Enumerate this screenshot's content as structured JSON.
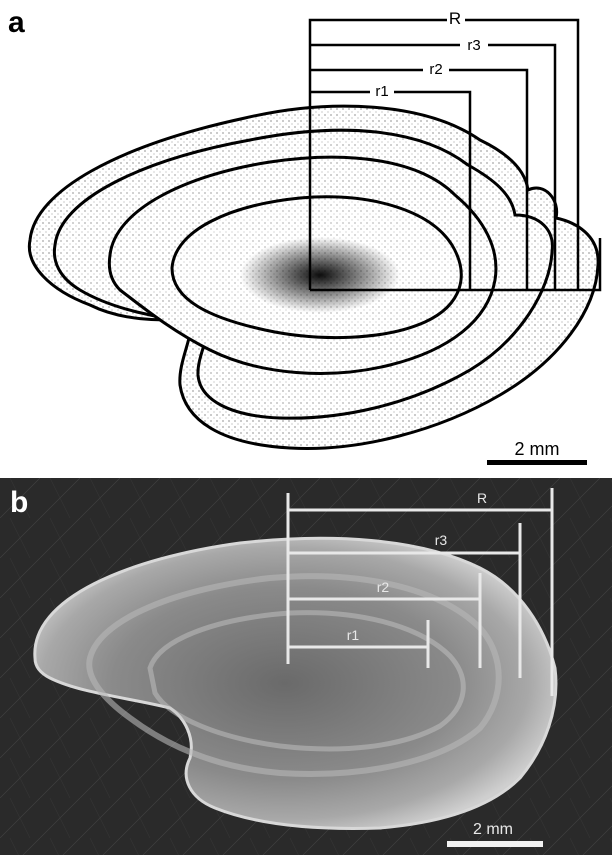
{
  "panels": [
    {
      "letter": "a",
      "kind": "drawing",
      "labels": {
        "R": "R",
        "r3": "r3",
        "r2": "r2",
        "r1": "r1"
      },
      "scale_bar": "2 mm"
    },
    {
      "letter": "b",
      "kind": "photograph",
      "labels": {
        "R": "R",
        "r3": "r3",
        "r2": "r2",
        "r1": "r1"
      },
      "scale_bar": "2 mm"
    }
  ],
  "colors": {
    "ink": "#000000",
    "photo_background": "#2a2a2a",
    "photo_lines": "#e8e8e8",
    "otolith_tone": "#9a9a9a"
  }
}
